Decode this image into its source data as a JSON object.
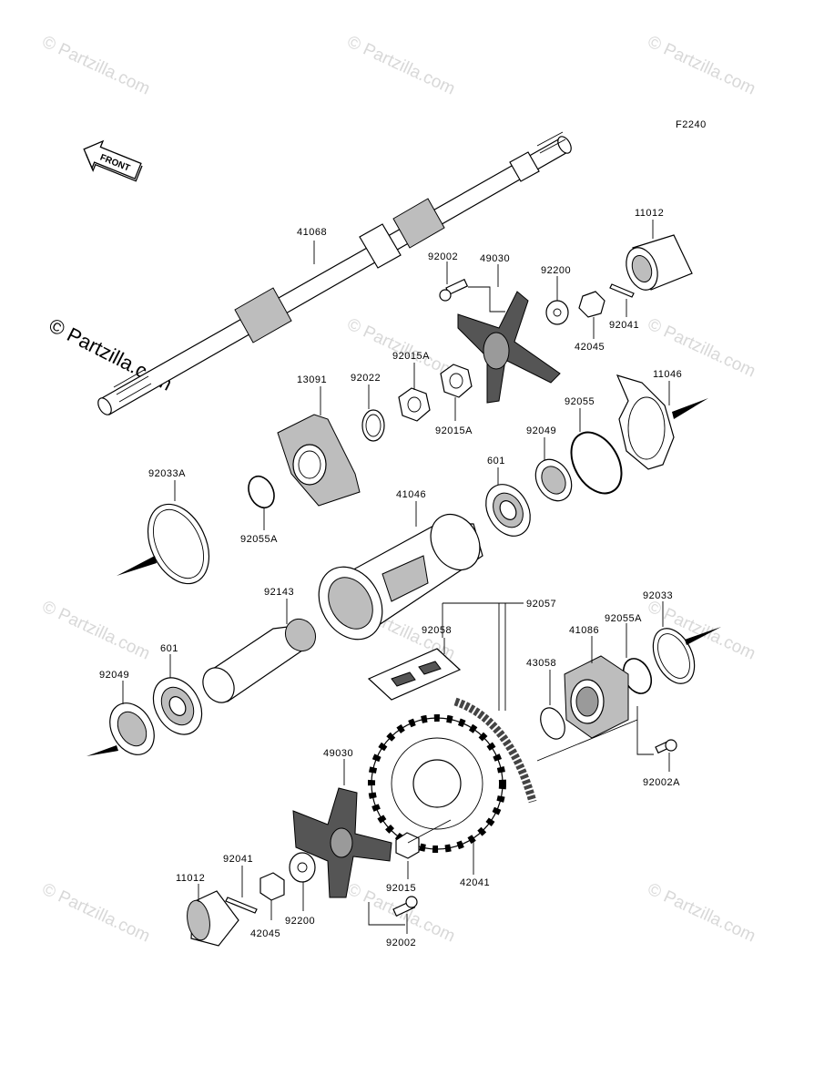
{
  "diagram": {
    "figure_code": "F2240",
    "front_label": "FRONT",
    "watermark_text": "© Partzilla.com",
    "part_labels": {
      "p41068": "41068",
      "p11012_top": "11012",
      "p92002_top": "92002",
      "p49030_top": "49030",
      "p92200_top": "92200",
      "p92041_top": "92041",
      "p42045_top": "42045",
      "p92015A_a": "92015A",
      "p92015A_b": "92015A",
      "p13091": "13091",
      "p92022": "92022",
      "p11046": "11046",
      "p92055": "92055",
      "p92049_top": "92049",
      "p601_top": "601",
      "p92033A": "92033A",
      "p92055A_left": "92055A",
      "p41046": "41046",
      "p92143": "92143",
      "p92057": "92057",
      "p92058": "92058",
      "p92033": "92033",
      "p92055A_right": "92055A",
      "p41086": "41086",
      "p43058": "43058",
      "p601_bottom": "601",
      "p92049_bottom": "92049",
      "p92002A": "92002A",
      "p49030_bottom": "49030",
      "p92041_bottom": "92041",
      "p11012_bottom": "11012",
      "p42045_bottom": "42045",
      "p92200_bottom": "92200",
      "p92015": "92015",
      "p42041": "42041",
      "p92002_bottom": "92002"
    },
    "colors": {
      "line": "#000000",
      "watermark": "#d8d8d8",
      "shade_dark": "#555555",
      "shade_mid": "#bdbdbd"
    }
  }
}
